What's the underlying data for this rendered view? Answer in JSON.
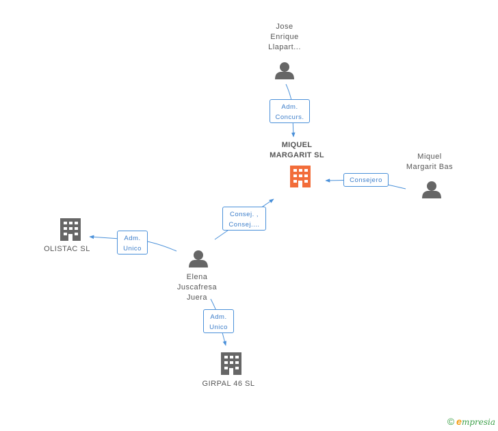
{
  "nodes": {
    "company_main": {
      "lines": [
        "MIQUEL",
        "MARGARIT SL"
      ]
    },
    "person_jose": {
      "lines": [
        "Jose",
        "Enrique",
        "Llapart..."
      ]
    },
    "person_miquel": {
      "lines": [
        "Miquel",
        "Margarit Bas"
      ]
    },
    "person_elena": {
      "lines": [
        "Elena",
        "Juscafresa",
        "Juera"
      ]
    },
    "company_olistac": {
      "lines": [
        "OLISTAC SL"
      ]
    },
    "company_girpal": {
      "lines": [
        "GIRPAL 46 SL"
      ]
    }
  },
  "edges": {
    "jose_main": {
      "lines": [
        "Adm.",
        "Concurs."
      ]
    },
    "miquel_main": {
      "lines": [
        "Consejero"
      ]
    },
    "elena_main": {
      "lines": [
        "Consej. ,",
        "Consej...."
      ]
    },
    "elena_olistac": {
      "lines": [
        "Adm.",
        "Unico"
      ]
    },
    "elena_girpal": {
      "lines": [
        "Adm.",
        "Unico"
      ]
    }
  },
  "colors": {
    "edge": "#4a90d9",
    "person_icon": "#666666",
    "company_icon": "#666666",
    "main_company_icon": "#f26d3a",
    "brand": "#3ea04a"
  },
  "footer": {
    "copyright": "©",
    "brand_e": "e",
    "brand_rest": "mpresia"
  }
}
